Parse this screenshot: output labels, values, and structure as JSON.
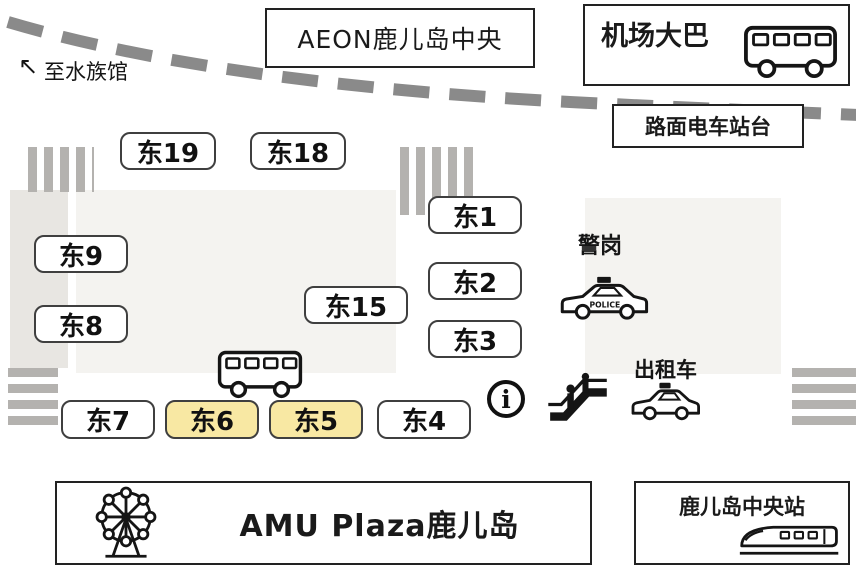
{
  "map": {
    "aquarium_note": {
      "arrow": "↖",
      "label": "至水族馆"
    },
    "aeon": {
      "label": "AEON鹿儿岛中央"
    },
    "airport_bus": {
      "label": "机场大巴"
    },
    "tram_platform": {
      "label": "路面电车站台"
    },
    "police_box": {
      "label": "警岗",
      "car_text": "POLICE"
    },
    "taxi_stand": {
      "label": "出租车"
    },
    "info_symbol": "i",
    "amu_plaza": {
      "label": "AMU Plaza鹿儿岛"
    },
    "central_station": {
      "label": "鹿儿岛中央站"
    }
  },
  "stops": [
    {
      "label": "东19",
      "highlighted": false
    },
    {
      "label": "东18",
      "highlighted": false
    },
    {
      "label": "东1",
      "highlighted": false
    },
    {
      "label": "东2",
      "highlighted": false
    },
    {
      "label": "东3",
      "highlighted": false
    },
    {
      "label": "东15",
      "highlighted": false
    },
    {
      "label": "东9",
      "highlighted": false
    },
    {
      "label": "东8",
      "highlighted": false
    },
    {
      "label": "东7",
      "highlighted": false
    },
    {
      "label": "东6",
      "highlighted": true
    },
    {
      "label": "东5",
      "highlighted": true
    },
    {
      "label": "东4",
      "highlighted": false
    }
  ],
  "icons": {
    "airport_bus": "bus-side-icon",
    "plaza_shuttle": "bus-side-icon",
    "police": "police-car-icon",
    "taxi": "taxi-car-icon",
    "escalator": "escalator-icon",
    "information": "circled-i-icon",
    "ferris_wheel": "ferris-wheel-icon",
    "train": "bullet-train-icon",
    "tram_line": "dashed-track",
    "crosswalk": "striped-crossing"
  },
  "colors": {
    "highlight": "#f8e8a3",
    "stripe": "#b4b2af",
    "dash_line": "#8a8a8a",
    "area_fill": "#f4f3f0",
    "area_fill_dark": "#e8e6e2",
    "border": "#222222"
  }
}
